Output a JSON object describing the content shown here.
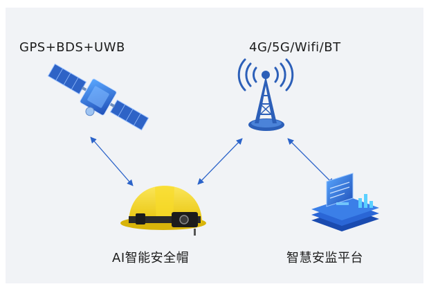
{
  "labels": {
    "positioning": "GPS+BDS+UWB",
    "network": "4G/5G/Wifi/BT",
    "helmet": "AI智能安全帽",
    "platform": "智慧安监平台"
  },
  "colors": {
    "background": "#f1f3f6",
    "arrow": "#2b63c9",
    "satellite_blue": "#3a7bd5",
    "tower_blue": "#2c5fb8",
    "helmet_yellow": "#f4d21c",
    "platform_blue": "#1f5fd6"
  },
  "icons": {
    "satellite": "satellite-icon",
    "tower": "signal-tower-icon",
    "helmet": "safety-helmet-icon",
    "platform": "platform-dashboard-icon"
  }
}
